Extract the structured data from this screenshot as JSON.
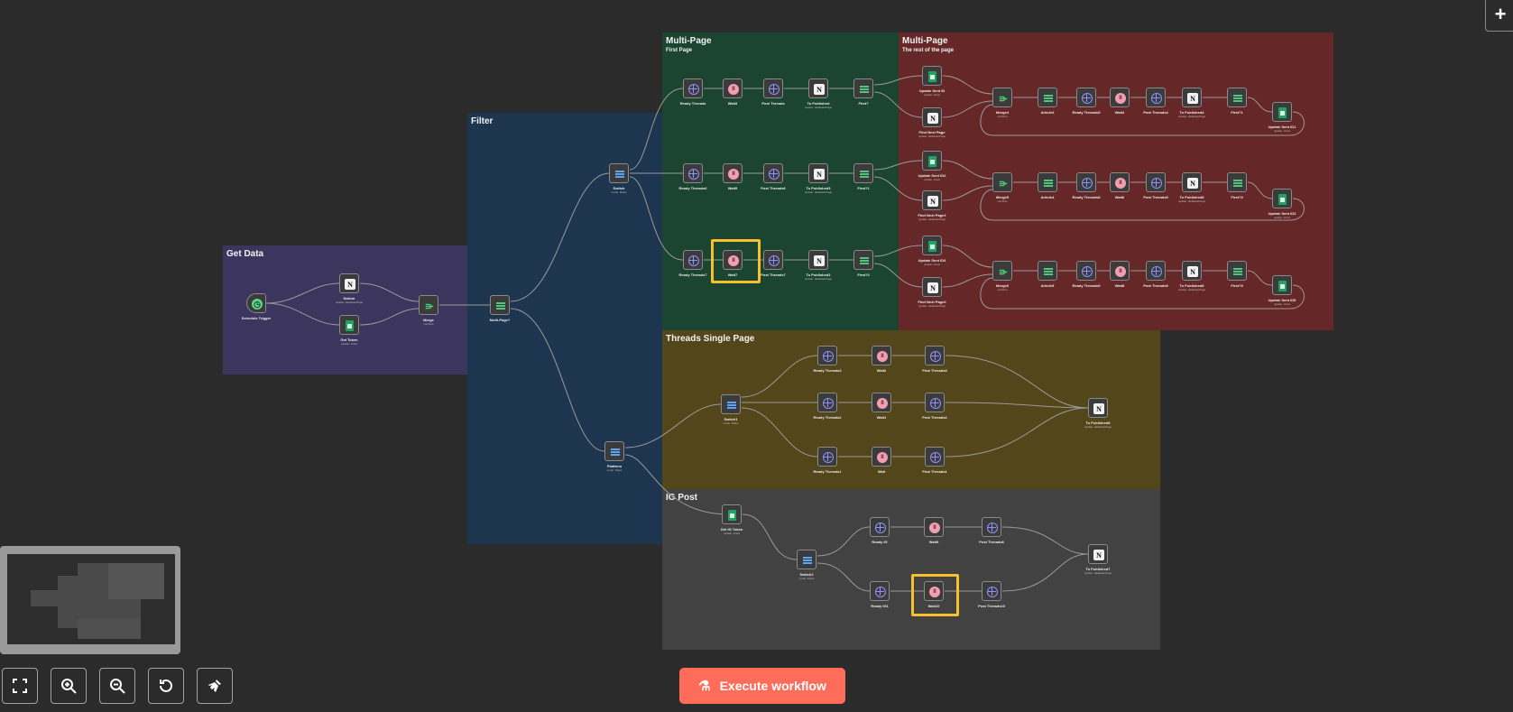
{
  "stickies": [
    {
      "id": "get-data",
      "title": "Get Data",
      "subtitle": "",
      "color": "#3c355e"
    },
    {
      "id": "filter",
      "title": "Filter",
      "subtitle": "",
      "color": "#1e3550"
    },
    {
      "id": "multi-first",
      "title": "Multi-Page",
      "subtitle": "First Page",
      "color": "#1b4530"
    },
    {
      "id": "multi-rest",
      "title": "Multi-Page",
      "subtitle": "The rest of the page",
      "color": "#662728"
    },
    {
      "id": "threads-single",
      "title": "Threads Single Page",
      "subtitle": "",
      "color": "#54461b"
    },
    {
      "id": "ig-post",
      "title": "IG Post",
      "subtitle": "",
      "color": "#424242"
    }
  ],
  "nodes": {
    "schedule": {
      "label": "Schedule Trigger",
      "sub": "",
      "icon": "trig"
    },
    "notion1": {
      "label": "Notion",
      "sub": "update: databasePage",
      "icon": "notion"
    },
    "gettoken": {
      "label": "Get Token",
      "sub": "update: sheet",
      "icon": "sheet"
    },
    "merge": {
      "label": "Merge",
      "sub": "combine",
      "icon": "merge"
    },
    "multipage": {
      "label": "Multi-Page?",
      "sub": "",
      "icon": "filter"
    },
    "switch": {
      "label": "Switch",
      "sub": "mode: Rules",
      "icon": "switch"
    },
    "platform": {
      "label": "Platform",
      "sub": "mode: Rules",
      "icon": "switch"
    },
    "r1_ready": {
      "label": "Ready Threads",
      "sub": "",
      "icon": "http"
    },
    "r1_wait": {
      "label": "Wait3",
      "sub": "",
      "icon": "wait"
    },
    "r1_post": {
      "label": "Post Threads",
      "sub": "",
      "icon": "http"
    },
    "r1_topub": {
      "label": "To Published",
      "sub": "update: databasePage",
      "icon": "notion"
    },
    "r1_first": {
      "label": "First?",
      "sub": "",
      "icon": "filter"
    },
    "r2_ready": {
      "label": "Ready Threads6",
      "sub": "",
      "icon": "http"
    },
    "r2_wait": {
      "label": "Wait5",
      "sub": "",
      "icon": "wait"
    },
    "r2_post": {
      "label": "Post Threads6",
      "sub": "",
      "icon": "http"
    },
    "r2_topub": {
      "label": "To Published3",
      "sub": "update: databasePage",
      "icon": "notion"
    },
    "r2_first": {
      "label": "First?1",
      "sub": "",
      "icon": "filter"
    },
    "r3_ready": {
      "label": "Ready Threads7",
      "sub": "",
      "icon": "http"
    },
    "r3_wait": {
      "label": "Wait7",
      "sub": "",
      "icon": "wait"
    },
    "r3_post": {
      "label": "Post Threads7",
      "sub": "",
      "icon": "http"
    },
    "r3_topub": {
      "label": "To Published2",
      "sub": "update: databasePage",
      "icon": "notion"
    },
    "r3_first": {
      "label": "First?2",
      "sub": "",
      "icon": "filter"
    },
    "m1_update": {
      "label": "Update Sent ID",
      "sub": "update: sheet",
      "icon": "sheet"
    },
    "m1_find": {
      "label": "Find Next Page",
      "sub": "update: databasePage",
      "icon": "notion"
    },
    "m1_merge": {
      "label": "Merge4",
      "sub": "combine",
      "icon": "merge"
    },
    "m1_article": {
      "label": "Article3",
      "sub": "",
      "icon": "filter"
    },
    "m1_ready": {
      "label": "Ready Threads5",
      "sub": "",
      "icon": "http"
    },
    "m1_wait": {
      "label": "Wait4",
      "sub": "",
      "icon": "wait"
    },
    "m1_post": {
      "label": "Post Threads4",
      "sub": "",
      "icon": "http"
    },
    "m1_topub": {
      "label": "To Published4",
      "sub": "update: databasePage",
      "icon": "notion"
    },
    "m1_first": {
      "label": "First?1",
      "sub": "",
      "icon": "filter"
    },
    "m1_update2": {
      "label": "Update Sent ID1",
      "sub": "update: sheet",
      "icon": "sheet"
    },
    "m2_update": {
      "label": "Update Sent ID2",
      "sub": "update: sheet",
      "icon": "sheet"
    },
    "m2_find": {
      "label": "Find Next Page1",
      "sub": "update: databasePage",
      "icon": "notion"
    },
    "m2_merge": {
      "label": "Merge5",
      "sub": "combine",
      "icon": "merge"
    },
    "m2_article": {
      "label": "Article4",
      "sub": "",
      "icon": "filter"
    },
    "m2_ready": {
      "label": "Ready Threads8",
      "sub": "",
      "icon": "http"
    },
    "m2_wait": {
      "label": "Wait6",
      "sub": "",
      "icon": "wait"
    },
    "m2_post": {
      "label": "Post Threads5",
      "sub": "",
      "icon": "http"
    },
    "m2_topub": {
      "label": "To Published5",
      "sub": "update: databasePage",
      "icon": "notion"
    },
    "m2_first": {
      "label": "First?3",
      "sub": "",
      "icon": "filter"
    },
    "m2_update2": {
      "label": "Update Sent ID3",
      "sub": "update: sheet",
      "icon": "sheet"
    },
    "m3_update": {
      "label": "Update Sent ID4",
      "sub": "update: sheet",
      "icon": "sheet"
    },
    "m3_find": {
      "label": "Find Next Page2",
      "sub": "update: databasePage",
      "icon": "notion"
    },
    "m3_merge": {
      "label": "Merge6",
      "sub": "combine",
      "icon": "merge"
    },
    "m3_article": {
      "label": "Article5",
      "sub": "",
      "icon": "filter"
    },
    "m3_ready": {
      "label": "Ready Threads9",
      "sub": "",
      "icon": "http"
    },
    "m3_wait": {
      "label": "Wait8",
      "sub": "",
      "icon": "wait"
    },
    "m3_post": {
      "label": "Post Threads9",
      "sub": "",
      "icon": "http"
    },
    "m3_topub": {
      "label": "To Published6",
      "sub": "update: databasePage",
      "icon": "notion"
    },
    "m3_first": {
      "label": "First?5",
      "sub": "",
      "icon": "filter"
    },
    "m3_update2": {
      "label": "Update Sent ID5",
      "sub": "update: sheet",
      "icon": "sheet"
    },
    "t_switch": {
      "label": "Switch1",
      "sub": "mode: Rules",
      "icon": "switch"
    },
    "t1_ready": {
      "label": "Ready Threads3",
      "sub": "",
      "icon": "http"
    },
    "t1_wait": {
      "label": "Wait2",
      "sub": "",
      "icon": "wait"
    },
    "t1_post": {
      "label": "Post Threads3",
      "sub": "",
      "icon": "http"
    },
    "t2_ready": {
      "label": "Ready Threads2",
      "sub": "",
      "icon": "http"
    },
    "t2_wait": {
      "label": "Wait1",
      "sub": "",
      "icon": "wait"
    },
    "t2_post": {
      "label": "Post Threads2",
      "sub": "",
      "icon": "http"
    },
    "t3_ready": {
      "label": "Ready Threads1",
      "sub": "",
      "icon": "http"
    },
    "t3_wait": {
      "label": "Wait",
      "sub": "",
      "icon": "wait"
    },
    "t3_post": {
      "label": "Post Threads1",
      "sub": "",
      "icon": "http"
    },
    "t_topub": {
      "label": "To Published8",
      "sub": "update: databasePage",
      "icon": "notion"
    },
    "ig_token": {
      "label": "Get IG Token",
      "sub": "update: sheet",
      "icon": "sheet"
    },
    "ig_switch": {
      "label": "Switch2",
      "sub": "mode: Rules",
      "icon": "switch"
    },
    "ig1_ready": {
      "label": "Ready IG",
      "sub": "",
      "icon": "http"
    },
    "ig1_wait": {
      "label": "Wait9",
      "sub": "",
      "icon": "wait"
    },
    "ig1_post": {
      "label": "Post Threads8",
      "sub": "",
      "icon": "http"
    },
    "ig2_ready": {
      "label": "Ready IG1",
      "sub": "",
      "icon": "http"
    },
    "ig2_wait": {
      "label": "Wait10",
      "sub": "",
      "icon": "wait"
    },
    "ig2_post": {
      "label": "Post Threads10",
      "sub": "",
      "icon": "http"
    },
    "ig_topub": {
      "label": "To Published7",
      "sub": "update: databasePage",
      "icon": "notion"
    }
  },
  "controls": {
    "fit_view": "fit-view-icon",
    "zoom_in": "zoom-in-icon",
    "zoom_out": "zoom-out-icon",
    "reset": "reset-zoom-icon",
    "tidy": "tidy-up-icon"
  },
  "execute_label": "Execute workflow",
  "add_label": "+"
}
